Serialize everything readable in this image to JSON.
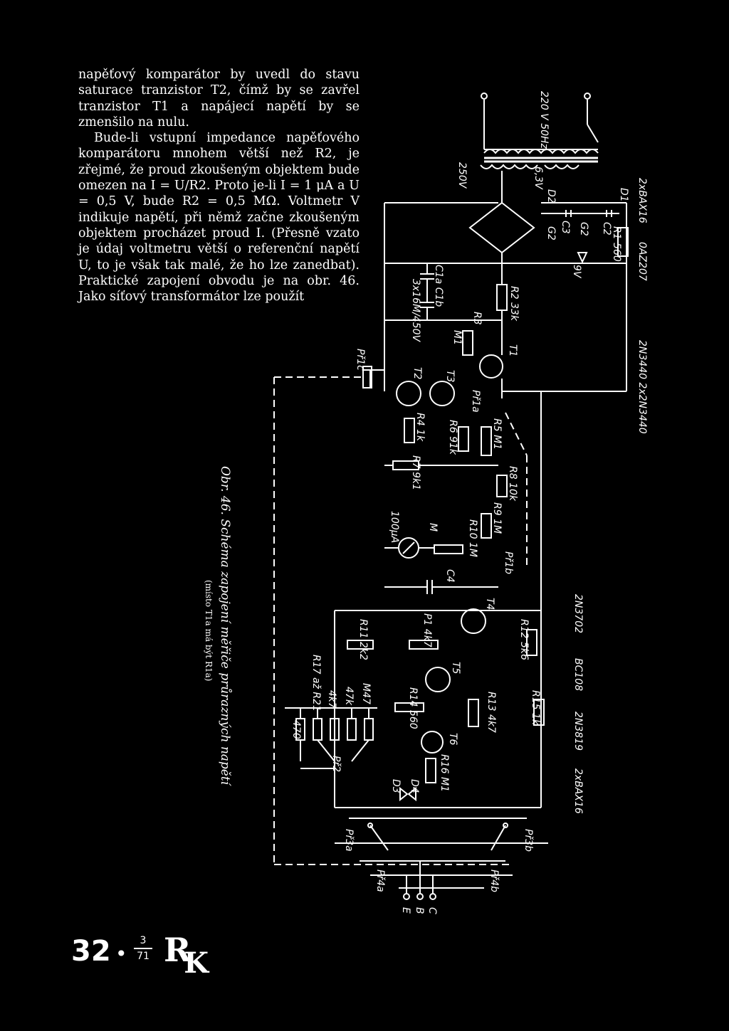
{
  "paragraph": {
    "line1": "napěťový komparátor by uvedl do stavu saturace tranzistor T2, čímž by se zavřel tranzistor T1 a napájecí napětí by se zmenšilo na nulu.",
    "line2": "Bude-li vstupní impedance napěťového komparátoru mnohem větší než R2, je zřejmé, že proud zkoušeným objektem bude omezen na I = U/R2. Proto je-li I = 1 μA a U = 0,5 V, bude R2 = 0,5 MΩ. Voltmetr V indikuje napětí, při němž začne zkoušeným objektem procházet proud I. (Přesně vzato je údaj voltmetru větší o referenční napětí U, to je však tak malé, že ho lze zanedbat). Praktické zapojení obvodu je na obr. 46. Jako síťový transformátor lze použít"
  },
  "figure": {
    "caption": "Obr. 46. Schéma zapojení měřiče průrazných napětí",
    "note": "(místo T1a má být R1a)"
  },
  "schematic_labels": {
    "mains": "220 V 50Hz",
    "v250": "250V",
    "v63": "6,3V",
    "d1": "D1",
    "d2": "D2",
    "c2": "C2",
    "c3": "C3",
    "g2a": "G2",
    "g2b": "G2",
    "r1": "R1 560",
    "zener": "9V",
    "bax16a": "2xBAX16",
    "oa": "0AZ207",
    "c1": "C1a C1b",
    "cval": "3x16M/450V",
    "r2": "R2 33k",
    "r3": "R3",
    "m1": "M1",
    "t1": "T1",
    "t2": "T2",
    "t3": "T3",
    "pr1c": "Př1c",
    "pr1a": "Př1a",
    "r4": "R4 1k",
    "r5": "R5 M1",
    "r6": "R6 91k",
    "r7": "R7 9k1",
    "r8": "R8 10k",
    "r9": "R9 1M",
    "r10": "R10 1M",
    "meter": "M",
    "meter_val": "100μA",
    "pr1b": "Př1b",
    "c4": "C4",
    "t4": "T4",
    "r11": "R11 2k2",
    "r12": "R12 5k6",
    "p1": "P1 4k7",
    "t5": "T5",
    "r13": "R13 4k7",
    "r14": "R14 560",
    "r15": "R15 1k",
    "t6": "T6",
    "r16": "R16 M1",
    "r17_21": "R17 až R21",
    "m47a": "M47",
    "k47a": "47k",
    "k47b": "4k7",
    "r470": "470",
    "pr2": "Př2",
    "d3": "D3",
    "d4": "D4",
    "pr3a": "Př3a",
    "pr3b": "Př3b",
    "pr4a": "Př4a",
    "pr4b": "Př4b",
    "e": "E",
    "b": "B",
    "c": "C",
    "t_2n3440": "2N3440 2x2N3440",
    "t_2n3702": "2N3702",
    "t_bc108": "BC108",
    "t_2n3819": "2N3819",
    "t_bax16": "2xBAX16"
  },
  "footer": {
    "page": "32",
    "issue_num": "3",
    "issue_den": "71",
    "logo_r": "R",
    "logo_k": "K"
  }
}
